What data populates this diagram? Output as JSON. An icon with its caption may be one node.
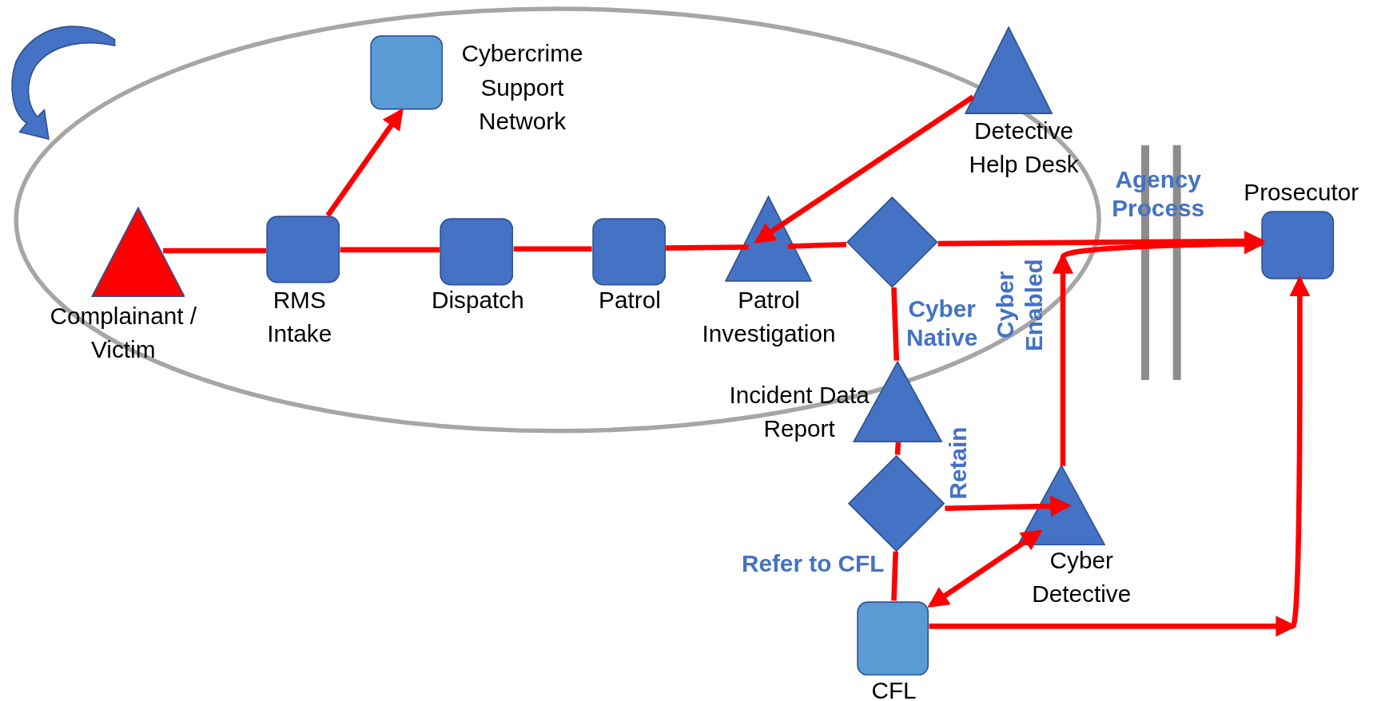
{
  "diagram": {
    "nodes": [
      {
        "text": [
          "Complainant / Victim"
        ]
      },
      {
        "text": [
          "Cybercrime Support Network"
        ]
      },
      {
        "text": [
          "Detective Help Desk"
        ]
      },
      {
        "text": [
          "RMS Intake"
        ]
      },
      {
        "text": [
          "Dispatch"
        ]
      },
      {
        "text": [
          "Patrol"
        ]
      },
      {
        "text": [
          "Patrol Investigation"
        ]
      },
      {
        "text": [],
        "shape": "diamond"
      },
      {
        "text": [
          "Prosecutor"
        ]
      },
      {
        "text": [
          "Incident Data Report"
        ]
      },
      {
        "text": [],
        "shape": "diamond"
      },
      {
        "text": [
          "Cyber Detective"
        ]
      },
      {
        "text": [
          "CFL"
        ]
      }
    ],
    "edges": [
      {
        "from": 0,
        "to": 3,
        "arrow": "none"
      },
      {
        "from": 3,
        "to": 4,
        "arrow": "none"
      },
      {
        "from": 4,
        "to": 5,
        "arrow": "none"
      },
      {
        "from": 5,
        "to": 6,
        "arrow": "none"
      },
      {
        "from": 6,
        "to": 7,
        "arrow": "none"
      },
      {
        "from": 7,
        "to": 8,
        "arrow": "to",
        "label": "Cyber Enabled"
      },
      {
        "from": 3,
        "to": 1,
        "arrow": "to"
      },
      {
        "from": 2,
        "to": 6,
        "arrow": "to"
      },
      {
        "from": 7,
        "to": 9,
        "arrow": "none",
        "label": "Cyber Native"
      },
      {
        "from": 9,
        "to": 10,
        "arrow": "none"
      },
      {
        "from": 10,
        "to": 11,
        "arrow": "to",
        "label": "Retain"
      },
      {
        "from": 10,
        "to": 12,
        "arrow": "none",
        "label": "Refer to CFL"
      },
      {
        "from": 11,
        "to": 12,
        "arrow": "both"
      },
      {
        "from": 11,
        "to": 8,
        "arrow": "to"
      },
      {
        "from": 12,
        "to": 8,
        "arrow": "to"
      }
    ],
    "labels": [
      "Agency Process"
    ]
  }
}
